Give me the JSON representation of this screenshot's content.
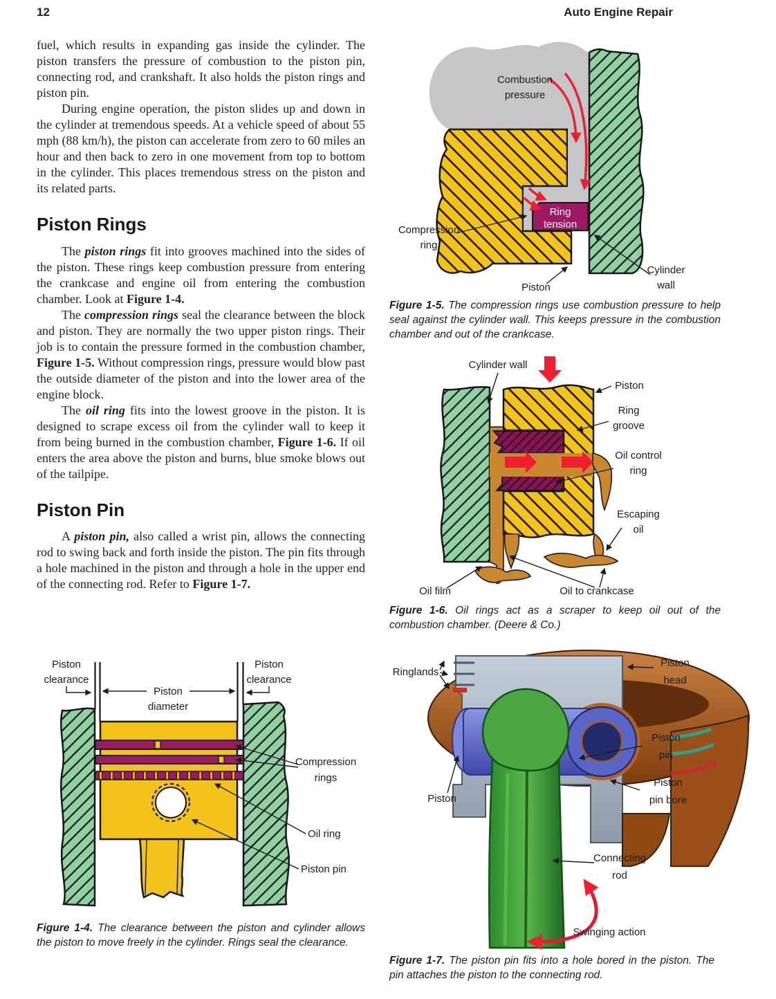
{
  "page": {
    "number": "12",
    "header_right": "Auto Engine Repair"
  },
  "article": {
    "intro": [
      [
        {
          "t": "fuel, which results in expanding gas inside the cylinder. The piston transfers the pressure of combustion to the piston pin, connecting rod, and crankshaft. It also holds the piston rings and piston pin.",
          "s": ""
        }
      ],
      [
        {
          "t": "During engine operation, the piston slides up and down in the cylinder at tremendous speeds. At a vehicle speed of about 55 mph (88 km/h), the piston can accelerate from zero to 60 miles an hour and then back to zero in one movement from top to bottom in the cylinder. This places tremendous stress on the piston and its related parts.",
          "s": ""
        }
      ]
    ],
    "sections": [
      {
        "heading": "Piston Rings",
        "paragraphs": [
          [
            {
              "t": "The ",
              "s": ""
            },
            {
              "t": "piston rings",
              "s": "bi"
            },
            {
              "t": " fit into grooves machined into the sides of the piston. These rings keep combustion pressure from entering the crankcase and engine oil from entering the combustion chamber. Look at ",
              "s": ""
            },
            {
              "t": "Figure 1-4.",
              "s": "b"
            }
          ],
          [
            {
              "t": "The ",
              "s": ""
            },
            {
              "t": "compression rings",
              "s": "bi"
            },
            {
              "t": " seal the clearance between the block and piston. They are normally the two upper piston rings. Their job is to contain the pressure formed in the combustion chamber, ",
              "s": ""
            },
            {
              "t": "Figure 1-5.",
              "s": "b"
            },
            {
              "t": " Without compression rings, pressure would blow past the outside diameter of the piston and into the lower area of the engine block.",
              "s": ""
            }
          ],
          [
            {
              "t": "The ",
              "s": ""
            },
            {
              "t": "oil ring",
              "s": "bi"
            },
            {
              "t": " fits into the lowest groove in the piston. It is designed to scrape excess oil from the cylinder wall to keep it from being burned in the combustion chamber, ",
              "s": ""
            },
            {
              "t": "Figure 1-6.",
              "s": "b"
            },
            {
              "t": " If oil enters the area above the piston and burns, blue smoke blows out of the tailpipe.",
              "s": ""
            }
          ]
        ]
      },
      {
        "heading": "Piston Pin",
        "paragraphs": [
          [
            {
              "t": "A ",
              "s": ""
            },
            {
              "t": "piston pin,",
              "s": "bi"
            },
            {
              "t": " also called a wrist pin, allows the connecting rod to swing back and forth inside the piston. The pin fits through a hole machined in the piston and through a hole in the upper end of the connecting rod. Refer to ",
              "s": ""
            },
            {
              "t": "Figure 1-7.",
              "s": "b"
            }
          ]
        ]
      }
    ]
  },
  "figures": {
    "fig5": {
      "labels": {
        "combustion_pressure": [
          "Combustion",
          "pressure"
        ],
        "compression_ring": [
          "Compression",
          "ring"
        ],
        "ring_tension": [
          "Ring",
          "tension"
        ],
        "piston": "Piston",
        "cylinder_wall": [
          "Cylinder",
          "wall"
        ]
      },
      "caption_label": "Figure 1-5.",
      "caption": "The compression rings use combustion pressure to help seal against the cylinder wall. This keeps pressure in the combustion chamber and out of the crankcase."
    },
    "fig6": {
      "labels": {
        "cylinder_wall": "Cylinder wall",
        "piston": "Piston",
        "ring_groove": [
          "Ring",
          "groove"
        ],
        "oil_control_ring": [
          "Oil control",
          "ring"
        ],
        "escaping_oil": [
          "Escaping",
          "oil"
        ],
        "oil_film": "Oil film",
        "oil_to_crankcase": "Oil to crankcase"
      },
      "caption_label": "Figure 1-6.",
      "caption": "Oil rings act as a scraper to keep oil out of the combustion chamber. (Deere & Co.)"
    },
    "fig7": {
      "labels": {
        "ringlands": "Ringlands",
        "piston_head": [
          "Piston",
          "head"
        ],
        "piston_pin": [
          "Piston",
          "pin"
        ],
        "piston_pin_bore": [
          "Piston",
          "pin bore"
        ],
        "piston": "Piston",
        "connecting_rod": [
          "Connecting",
          "rod"
        ],
        "swinging_action": "Swinging action"
      },
      "caption_label": "Figure 1-7.",
      "caption": "The piston pin fits into a hole bored in the piston. The pin attaches the piston to the connecting rod."
    },
    "fig4": {
      "labels": {
        "piston_clearance_left": [
          "Piston",
          "clearance"
        ],
        "piston_diameter": [
          "Piston",
          "diameter"
        ],
        "piston_clearance_right": [
          "Piston",
          "clearance"
        ],
        "compression_rings": [
          "Compression",
          "rings"
        ],
        "oil_ring": "Oil ring",
        "piston_pin": "Piston pin"
      },
      "caption_label": "Figure 1-4.",
      "caption": "The clearance between the piston and cylinder allows the piston to move freely in the cylinder. Rings seal the clearance."
    }
  },
  "colors": {
    "wall_green": "#8fd1a2",
    "piston_yellow": "#f4c319",
    "ring_magenta": "#9c1b63",
    "combustion_gray": "#c6c6c8",
    "arrow_red": "#ee2030",
    "oil_tan": "#c9882d"
  }
}
